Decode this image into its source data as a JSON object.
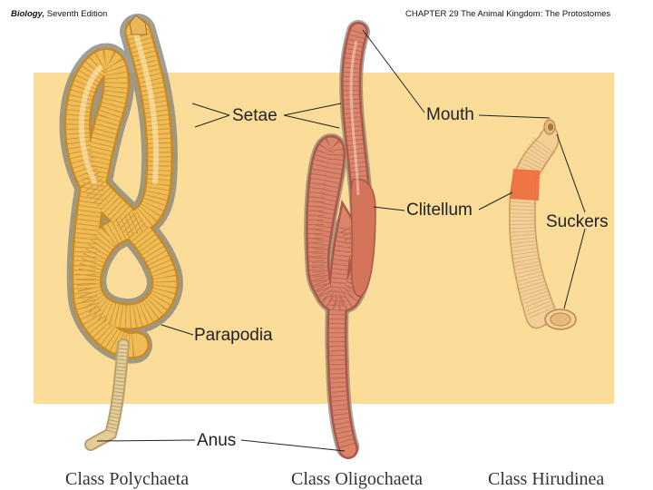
{
  "header": {
    "book_title": "Biology,",
    "book_edition": " Seventh Edition",
    "chapter": "CHAPTER 29 The Animal Kingdom: The Protostomes"
  },
  "labels": {
    "setae": "Setae",
    "mouth": "Mouth",
    "clitellum": "Clitellum",
    "suckers": "Suckers",
    "parapodia": "Parapodia",
    "anus": "Anus"
  },
  "classes": {
    "polychaeta": "Class Polychaeta",
    "oligochaeta": "Class Oligochaeta",
    "hirudinea": "Class Hirudinea"
  },
  "colors": {
    "panel": "#fbdc98",
    "polychaete": "#f0bb55",
    "earthworm": "#d9846b",
    "clitellum": "#ee6a3e",
    "leech": "#f3cf97"
  }
}
